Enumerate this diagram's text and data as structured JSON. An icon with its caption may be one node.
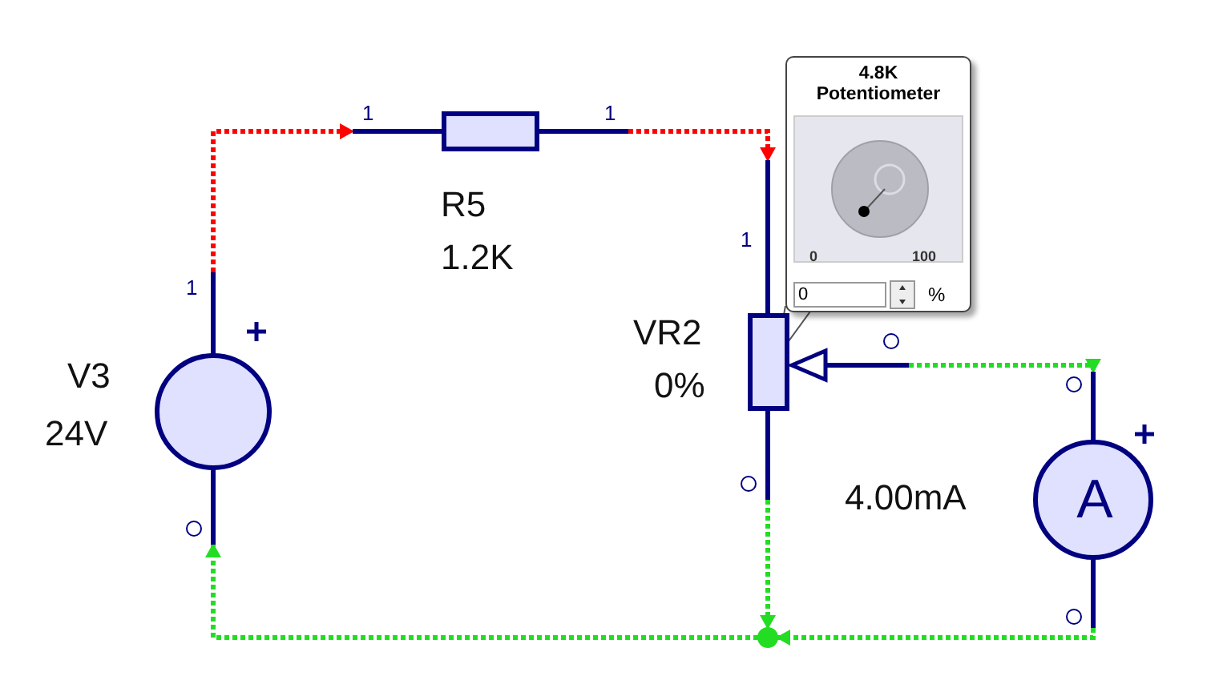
{
  "diagram": {
    "nodes": [
      {
        "text": [],
        "shape": "box",
        "beside": [
          "R5",
          "1.2K"
        ]
      },
      {
        "text": [
          "4.8K Potentiometer",
          "0",
          "100",
          "0",
          "%"
        ]
      },
      {
        "text": [],
        "shape": "box",
        "beside": [
          "VR2",
          "0%"
        ]
      },
      {
        "text": [],
        "shape": "circle",
        "beside": [
          "V3",
          "24V"
        ]
      },
      {
        "text": [
          "A"
        ]
      },
      {
        "text": [],
        "shape": "circle"
      }
    ],
    "edges": [
      {
        "from": 3,
        "to": 0,
        "arrow": "to",
        "color": "#ff0000"
      },
      {
        "from": 0,
        "to": 2,
        "arrow": "to",
        "color": "#ff0000"
      },
      {
        "from": 2,
        "to": 4,
        "arrow": "to"
      },
      {
        "from": 4,
        "to": 5,
        "arrow": "to"
      },
      {
        "from": 2,
        "to": 5,
        "arrow": "to"
      },
      {
        "from": 5,
        "to": 3,
        "arrow": "to"
      }
    ],
    "labels": [
      "1",
      "1",
      "1",
      "1",
      "4.00mA"
    ]
  }
}
